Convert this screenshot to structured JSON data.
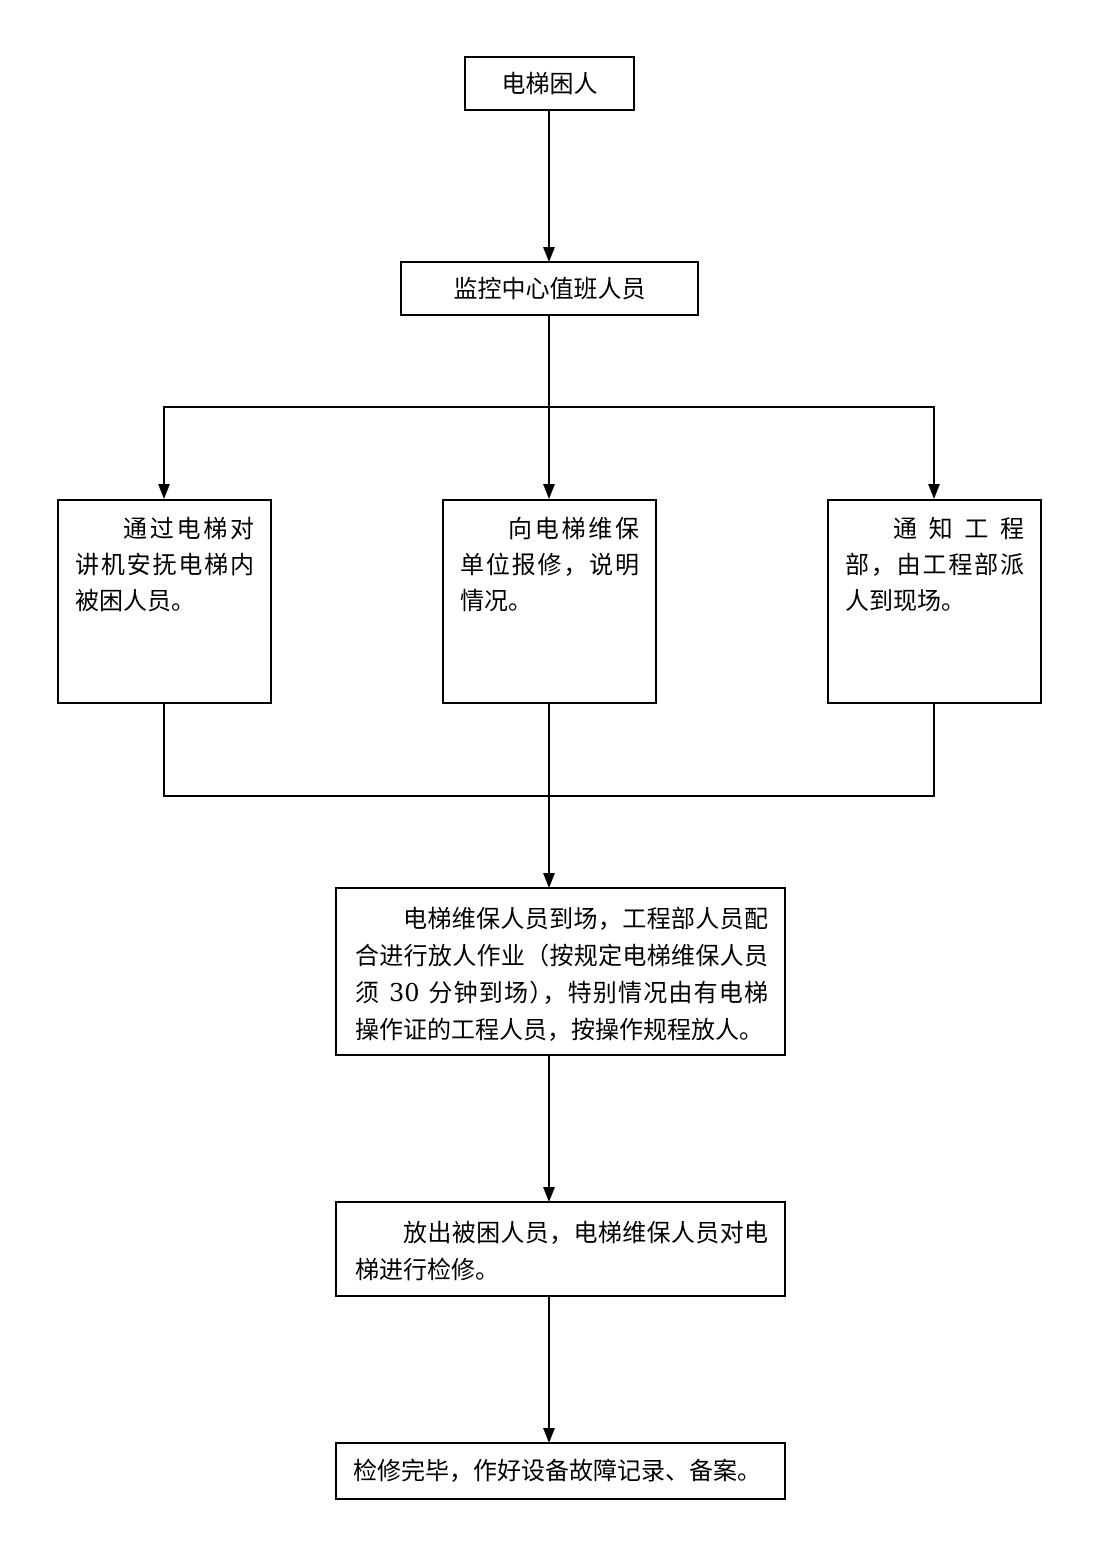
{
  "nodes": {
    "trapped": "电梯困人",
    "monitor": "监控中心值班人员",
    "intercom": "通过电梯对讲机安抚电梯内被困人员。",
    "report": "向电梯维保单位报修，说明情况。",
    "engineering": "通 知 工 程 部，由工程部派人到现场。",
    "rescue": "电梯维保人员到场，工程部人员配合进行放人作业（按规定电梯维保人员须 30 分钟到场），特别情况由有电梯操作证的工程人员，按操作规程放人。",
    "release": "放出被困人员，电梯维保人员对电梯进行检修。",
    "record": "检修完毕，作好设备故障记录、备案。"
  },
  "edges": [
    {
      "from": "trapped",
      "to": "monitor",
      "arrow": true
    },
    {
      "from": "monitor",
      "to": "intercom",
      "arrow": true
    },
    {
      "from": "monitor",
      "to": "report",
      "arrow": true
    },
    {
      "from": "monitor",
      "to": "engineering",
      "arrow": true
    },
    {
      "from": "intercom",
      "to": "rescue",
      "arrow": true
    },
    {
      "from": "report",
      "to": "rescue",
      "arrow": true
    },
    {
      "from": "engineering",
      "to": "rescue",
      "arrow": true
    },
    {
      "from": "rescue",
      "to": "release",
      "arrow": true
    },
    {
      "from": "release",
      "to": "record",
      "arrow": true
    }
  ]
}
